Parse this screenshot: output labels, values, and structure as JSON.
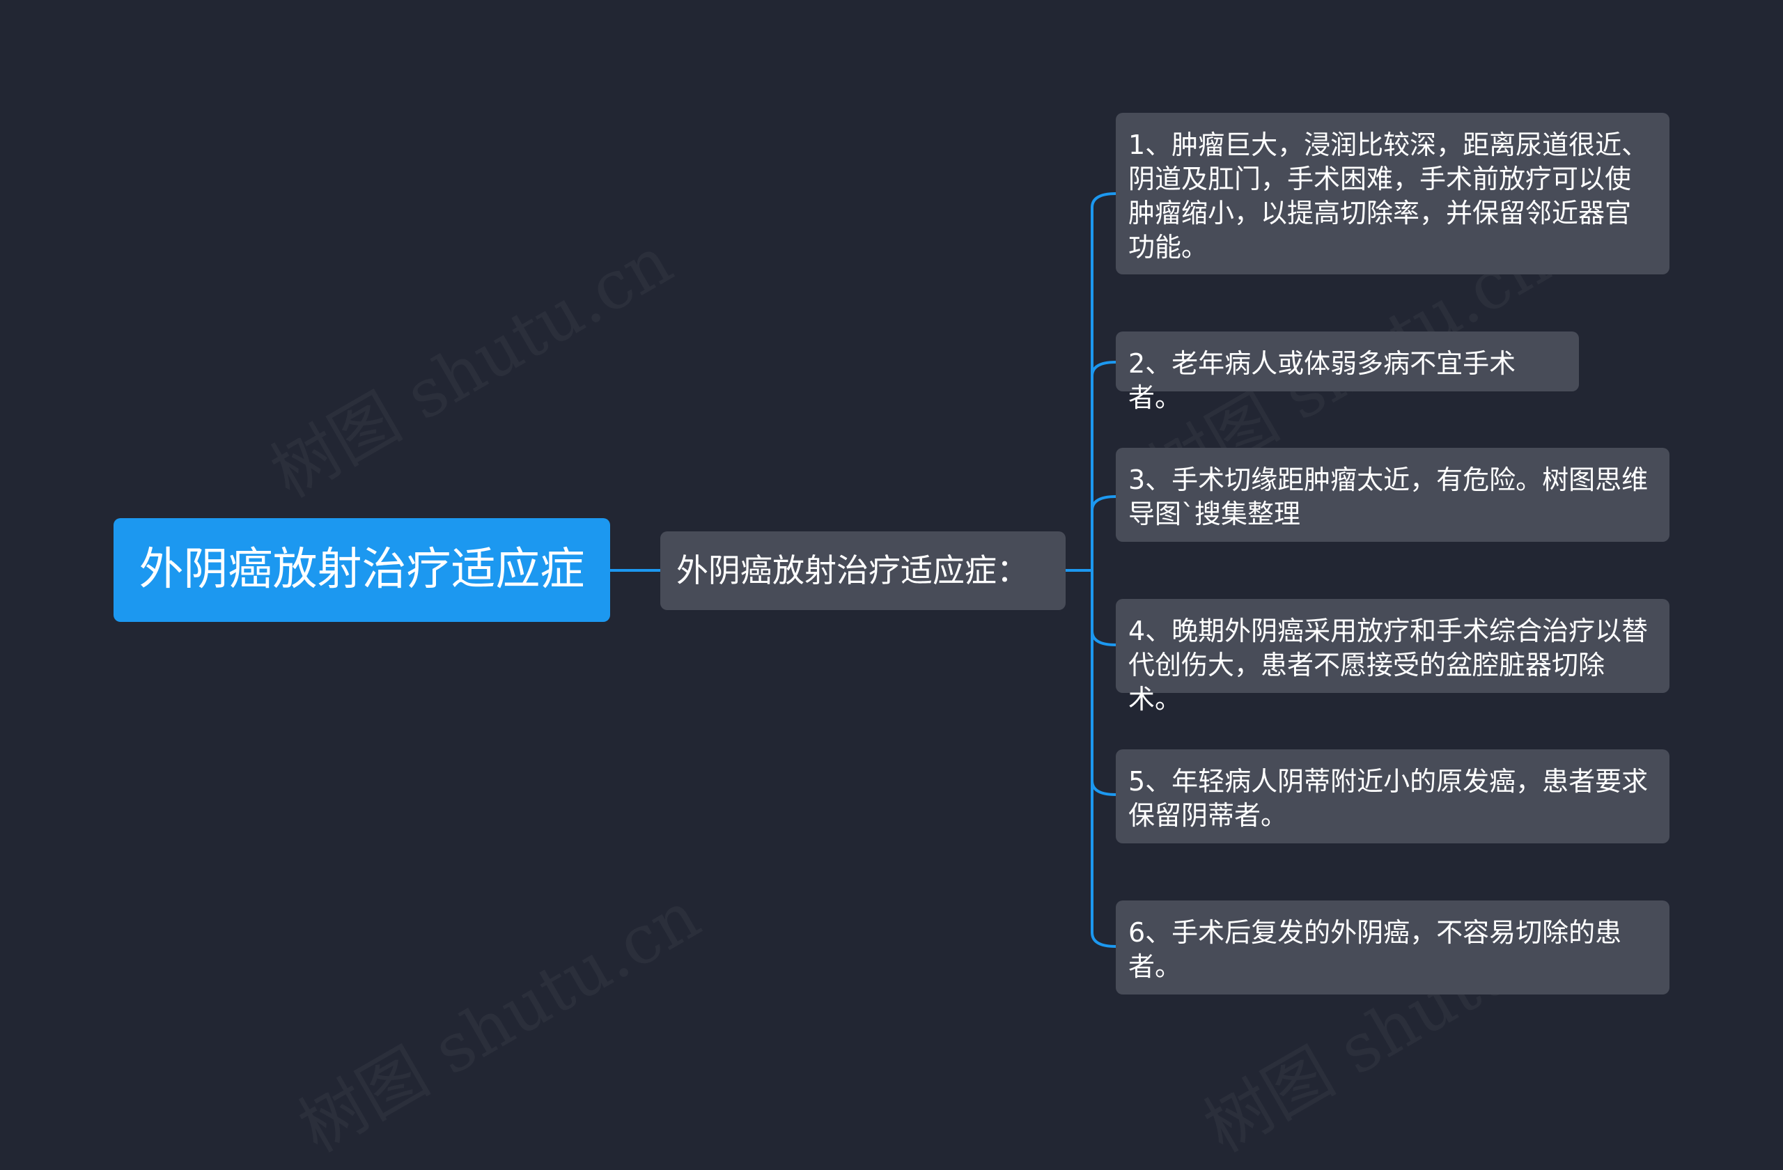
{
  "colors": {
    "background": "#222633",
    "root_fill": "#1c98f0",
    "node_fill": "#484c58",
    "connector": "#1c98f0",
    "text": "#ffffff"
  },
  "watermark": {
    "text": "树图 shutu.cn"
  },
  "mindmap": {
    "root": {
      "label": "外阴癌放射治疗适应症"
    },
    "branch": {
      "label": "外阴癌放射治疗适应症："
    },
    "leaves": [
      {
        "label": "1、肿瘤巨大，浸润比较深，距离尿道很近、阴道及肛门，手术困难，手术前放疗可以使肿瘤缩小，以提高切除率，并保留邻近器官功能。"
      },
      {
        "label": "2、老年病人或体弱多病不宜手术者。"
      },
      {
        "label": "3、手术切缘距肿瘤太近，有危险。树图思维导图`搜集整理"
      },
      {
        "label": "4、晚期外阴癌采用放疗和手术综合治疗以替代创伤大，患者不愿接受的盆腔脏器切除术。"
      },
      {
        "label": "5、年轻病人阴蒂附近小的原发癌，患者要求保留阴蒂者。"
      },
      {
        "label": "6、手术后复发的外阴癌，不容易切除的患者。"
      }
    ]
  }
}
